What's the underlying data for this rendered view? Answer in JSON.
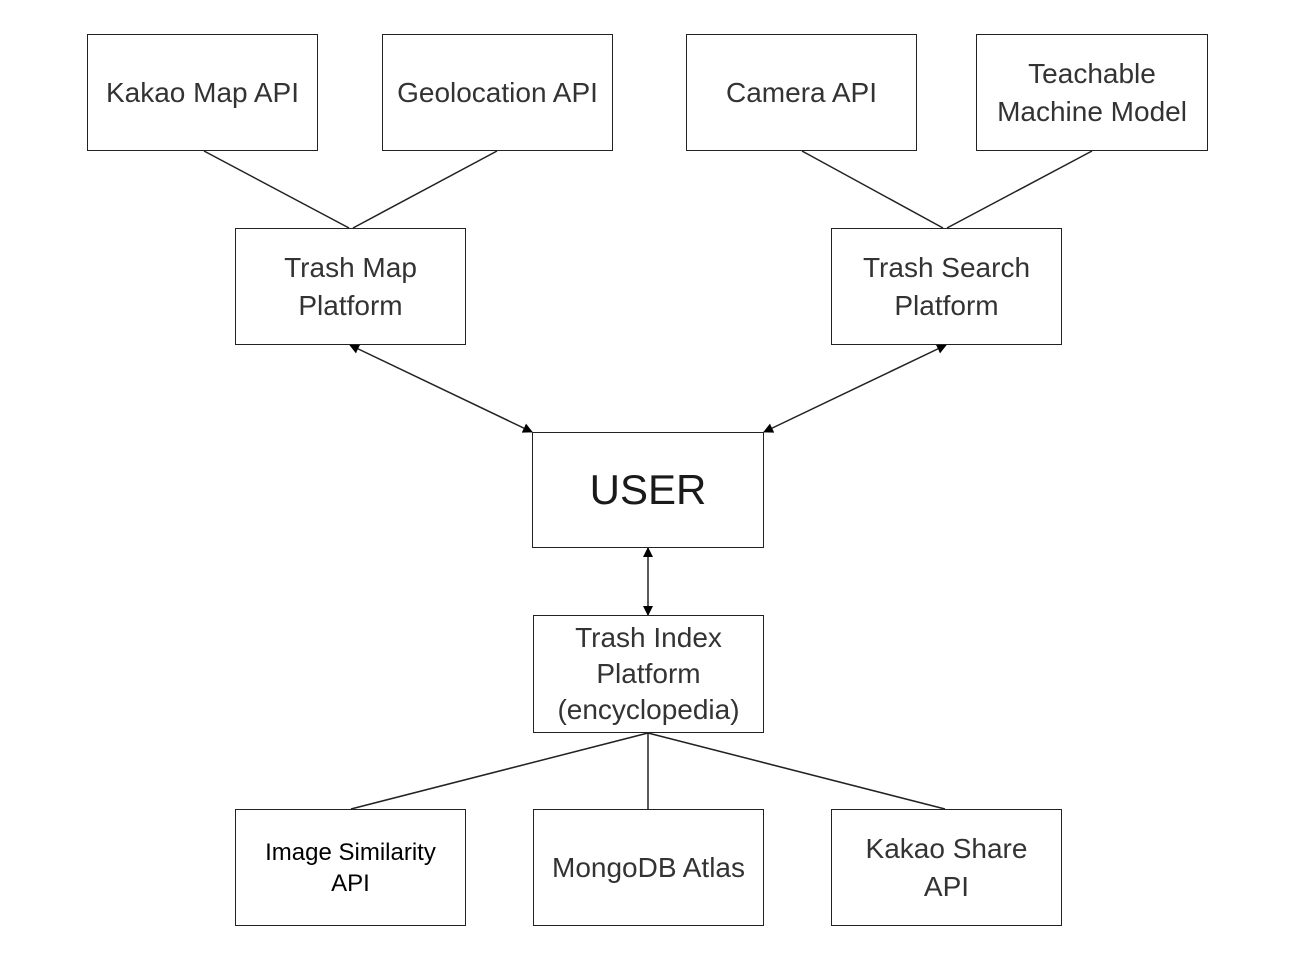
{
  "diagram": {
    "nodes": {
      "kakao_map_api": "Kakao Map API",
      "geolocation_api": "Geolocation API",
      "camera_api": "Camera API",
      "teachable_machine_model": "Teachable\nMachine Model",
      "trash_map_platform": "Trash Map\nPlatform",
      "trash_search_platform": "Trash Search\nPlatform",
      "user": "USER",
      "trash_index_platform": "Trash Index\nPlatform\n(encyclopedia)",
      "image_similarity_api": "Image Similarity\nAPI",
      "mongodb_atlas": "MongoDB Atlas",
      "kakao_share_api": "Kakao Share\nAPI"
    },
    "edges": [
      {
        "from": "kakao_map_api",
        "to": "trash_map_platform",
        "style": "line"
      },
      {
        "from": "geolocation_api",
        "to": "trash_map_platform",
        "style": "line"
      },
      {
        "from": "camera_api",
        "to": "trash_search_platform",
        "style": "line"
      },
      {
        "from": "teachable_machine_model",
        "to": "trash_search_platform",
        "style": "line"
      },
      {
        "from": "trash_map_platform",
        "to": "user",
        "style": "double-arrow"
      },
      {
        "from": "trash_search_platform",
        "to": "user",
        "style": "double-arrow"
      },
      {
        "from": "user",
        "to": "trash_index_platform",
        "style": "double-arrow"
      },
      {
        "from": "trash_index_platform",
        "to": "image_similarity_api",
        "style": "line"
      },
      {
        "from": "trash_index_platform",
        "to": "mongodb_atlas",
        "style": "line"
      },
      {
        "from": "trash_index_platform",
        "to": "kakao_share_api",
        "style": "line"
      }
    ],
    "colors": {
      "stroke": "#222222",
      "text": "#333333",
      "background": "#ffffff"
    }
  }
}
